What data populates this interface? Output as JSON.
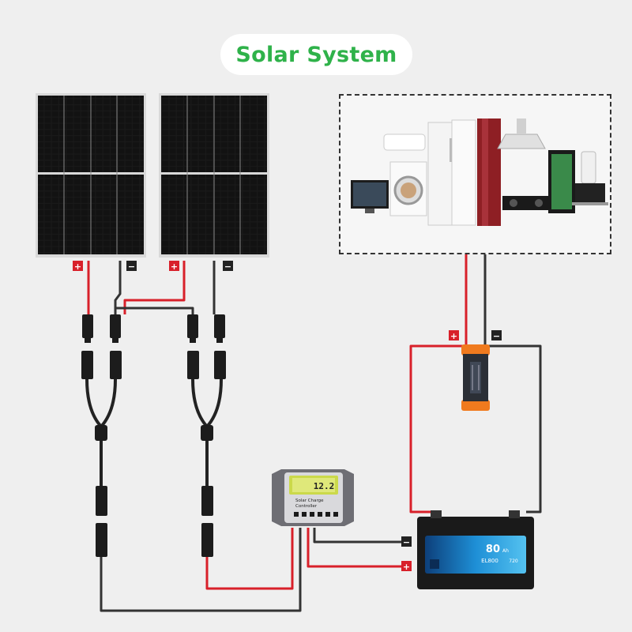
{
  "title": "Solar System",
  "colors": {
    "title_green": "#2fb24a",
    "positive_wire": "#d8202a",
    "negative_wire": "#333333",
    "panel_cell": "#161616",
    "inverter_accent": "#f07a1e",
    "battery_blue": "#1e8fd6"
  },
  "terminals": {
    "positive_symbol": "+",
    "negative_symbol": "−"
  },
  "charge_controller": {
    "display_reading": "12.2",
    "label_line1": "Solar Charge",
    "label_line2": "Controller"
  },
  "battery": {
    "capacity": "80",
    "capacity_unit": "Ah",
    "model_code": "EL800",
    "rating": "720"
  },
  "icons": [
    "solar-panel-icon",
    "appliances-icon",
    "inverter-icon",
    "battery-icon",
    "charge-controller-icon",
    "mc4-connector-icon",
    "y-branch-connector-icon"
  ]
}
